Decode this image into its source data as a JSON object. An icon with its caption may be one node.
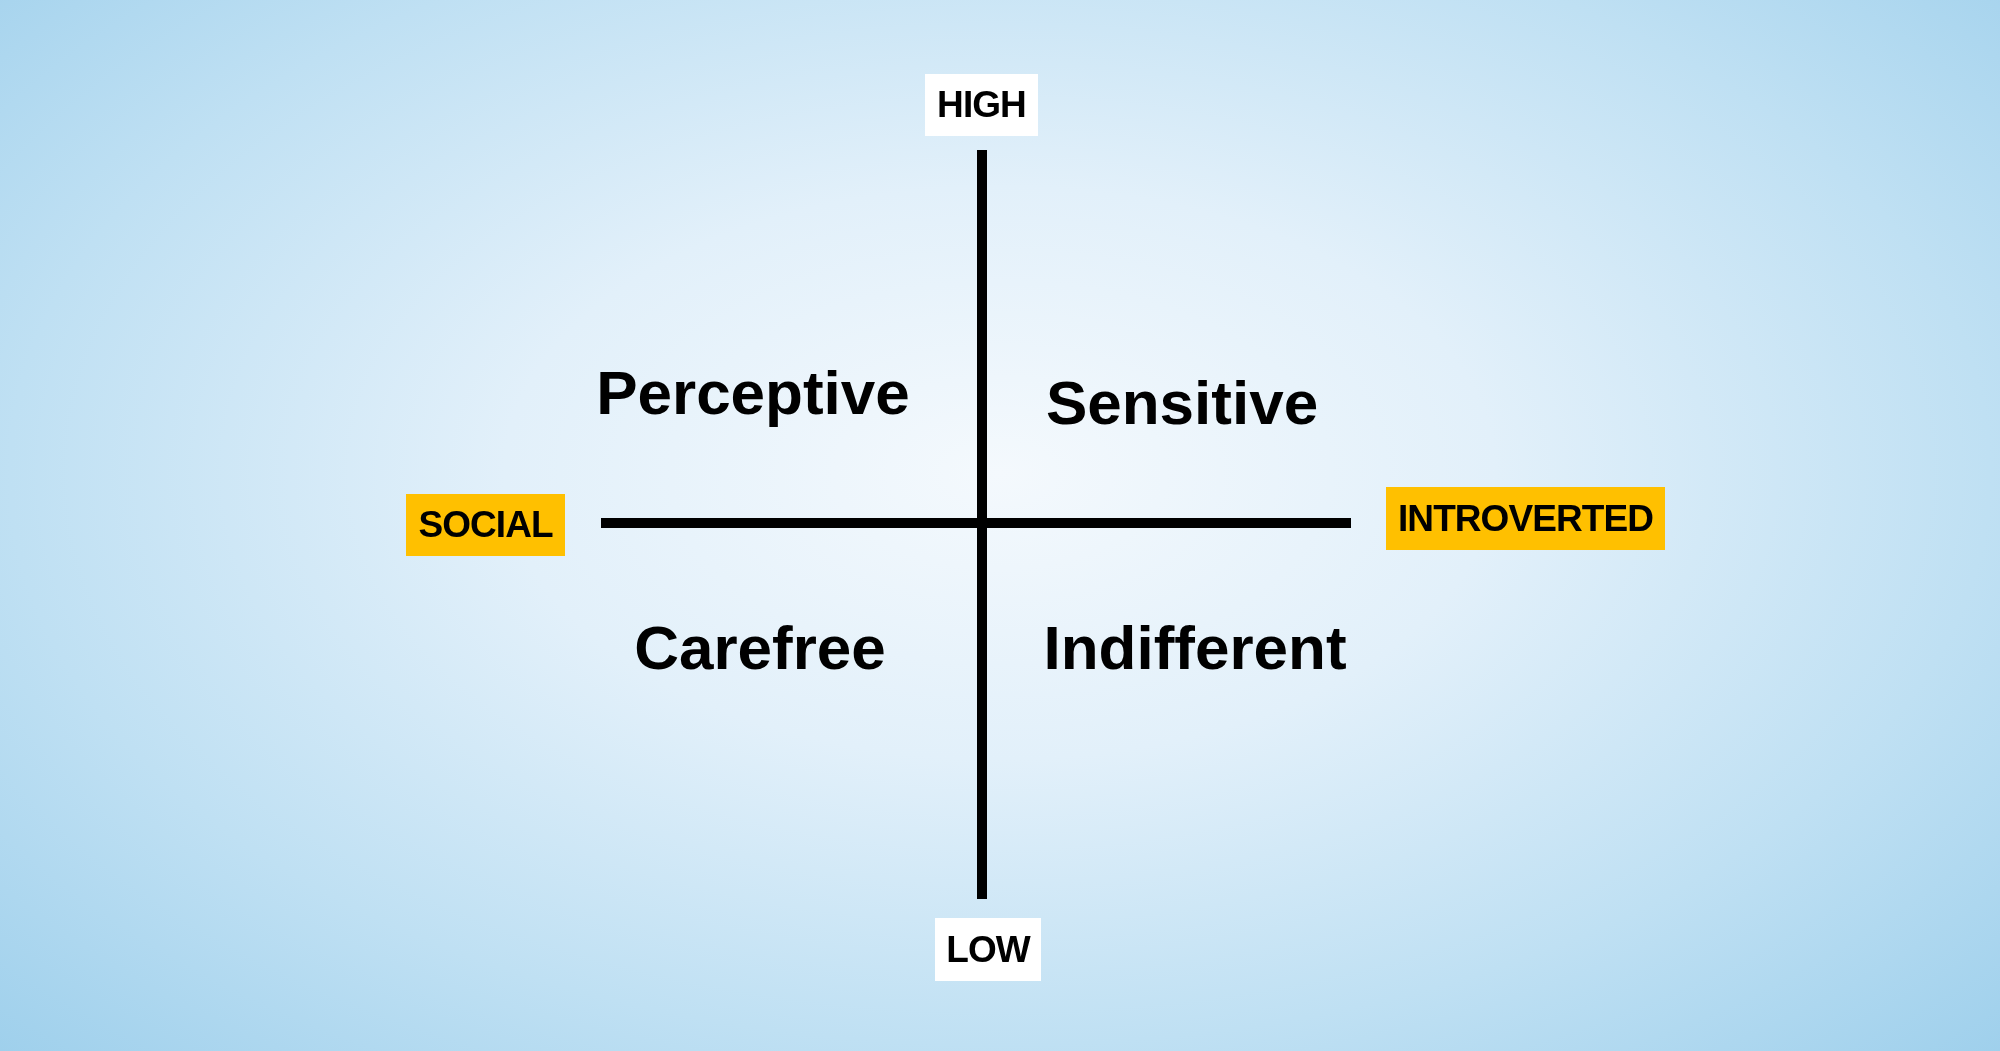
{
  "diagram": {
    "nodes": [
      {
        "text": [
          "HIGH"
        ]
      },
      {
        "text": [
          "SOCIAL"
        ]
      },
      {
        "text": [
          "INTROVERTED"
        ]
      },
      {
        "text": [
          "LOW"
        ]
      }
    ],
    "labels": [
      "Perceptive",
      "Sensitive",
      "Carefree",
      "Indifferent"
    ]
  }
}
